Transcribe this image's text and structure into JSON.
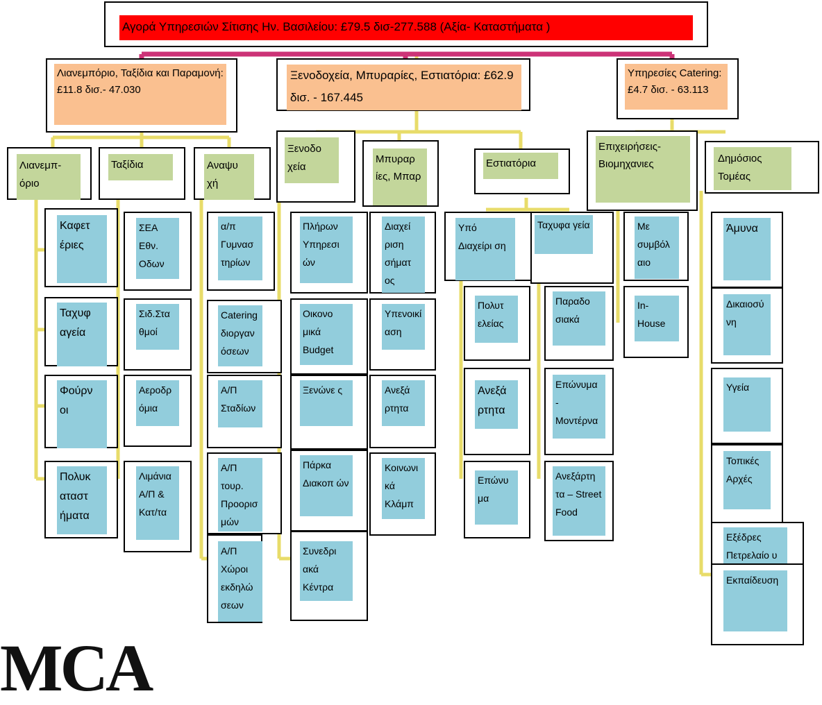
{
  "root": {
    "label": "Αγορά Υπηρεσιών Σίτισης Ην. Βασιλείου: £79.5 δισ-277.588 (Αξία- Καταστήματα )"
  },
  "level1": {
    "retail": "Λιανεμπόριο, Ταξίδια και Παραμονή: £11.8 δισ.- 47.030",
    "hotels": "Ξενοδοχεία, Μπυραρίες, Εστιατόρια: £62.9 δισ. - 167.445",
    "catering": "Υπηρεσίες Catering: £4.7 δισ. - 63.113"
  },
  "level2": {
    "retail_sales": "Λιανεμπ-όριο",
    "travel": "Ταξίδια",
    "leisure": "Αναψυ χή",
    "hotels": "Ξενοδο χεία",
    "pubs": "Μπυραρ ίες, Μπαρ",
    "restaurants": "Εστιατόρια",
    "business": "Επιχειρήσεις-Βιομηχανιες",
    "public": "Δημόσιος Τομέας"
  },
  "leaves": {
    "retail": [
      "Καφετ έριες",
      "Ταχυφ αγεία",
      "Φούρν οι",
      "Πολυκ αταστ ήματα"
    ],
    "travel": [
      "ΣΕΑ Εθν. Οδων",
      "Σιδ.Στα θμοί",
      "Αεροδρ όμια",
      "Λιμάνια Α/Π & Κατ/τα"
    ],
    "leisure": [
      "α/π Γυμνασ τηρίων",
      "Catering διοργαν όσεων",
      "Α/Π Σταδίων",
      "Α/Π τουρ. Προορισ μών",
      "Α/Π Χώροι εκδηλώ σεων"
    ],
    "hotels": [
      "Πλήρων Υπηρεσι ών",
      "Οικονο μικά Budget",
      "Ξενώνε ς",
      "Πάρκα Διακοπ ών",
      "Συνεδρι ακά Κέντρα"
    ],
    "pubs": [
      "Διαχεί ριση σήματ ος",
      "Υπενοικί αση",
      "Ανεξά ρτητα",
      "Κοινωνι κά Κλάμπ"
    ],
    "restaurants_a": [
      "Υπό Διαχείρι ση",
      "Πολυτ ελείας",
      "Ανεξά ρτητα",
      "Επώνυ μα"
    ],
    "restaurants_b": [
      "Ταχυφα γεία",
      "Παραδο σιακά",
      "Επώνυμα - Μοντέρνα",
      "Ανεξάρτη τα – Street Food"
    ],
    "business": [
      "Με συμβόλ αιο",
      "In-House"
    ],
    "public": [
      "Άμυνα",
      "Δικαιοσύ νη",
      "Υγεία",
      "Τοπικές Αρχές",
      "Εξέδρες Πετρελαίο υ",
      "Εκπαίδευση"
    ]
  },
  "logo": {
    "text": "MCA"
  },
  "colors": {
    "connector": "#e0d860",
    "root_connector": "#cc3377",
    "leaf": "#92cddc",
    "category": "#c3d69b",
    "sector": "#fac090",
    "root": "#ff0000"
  }
}
